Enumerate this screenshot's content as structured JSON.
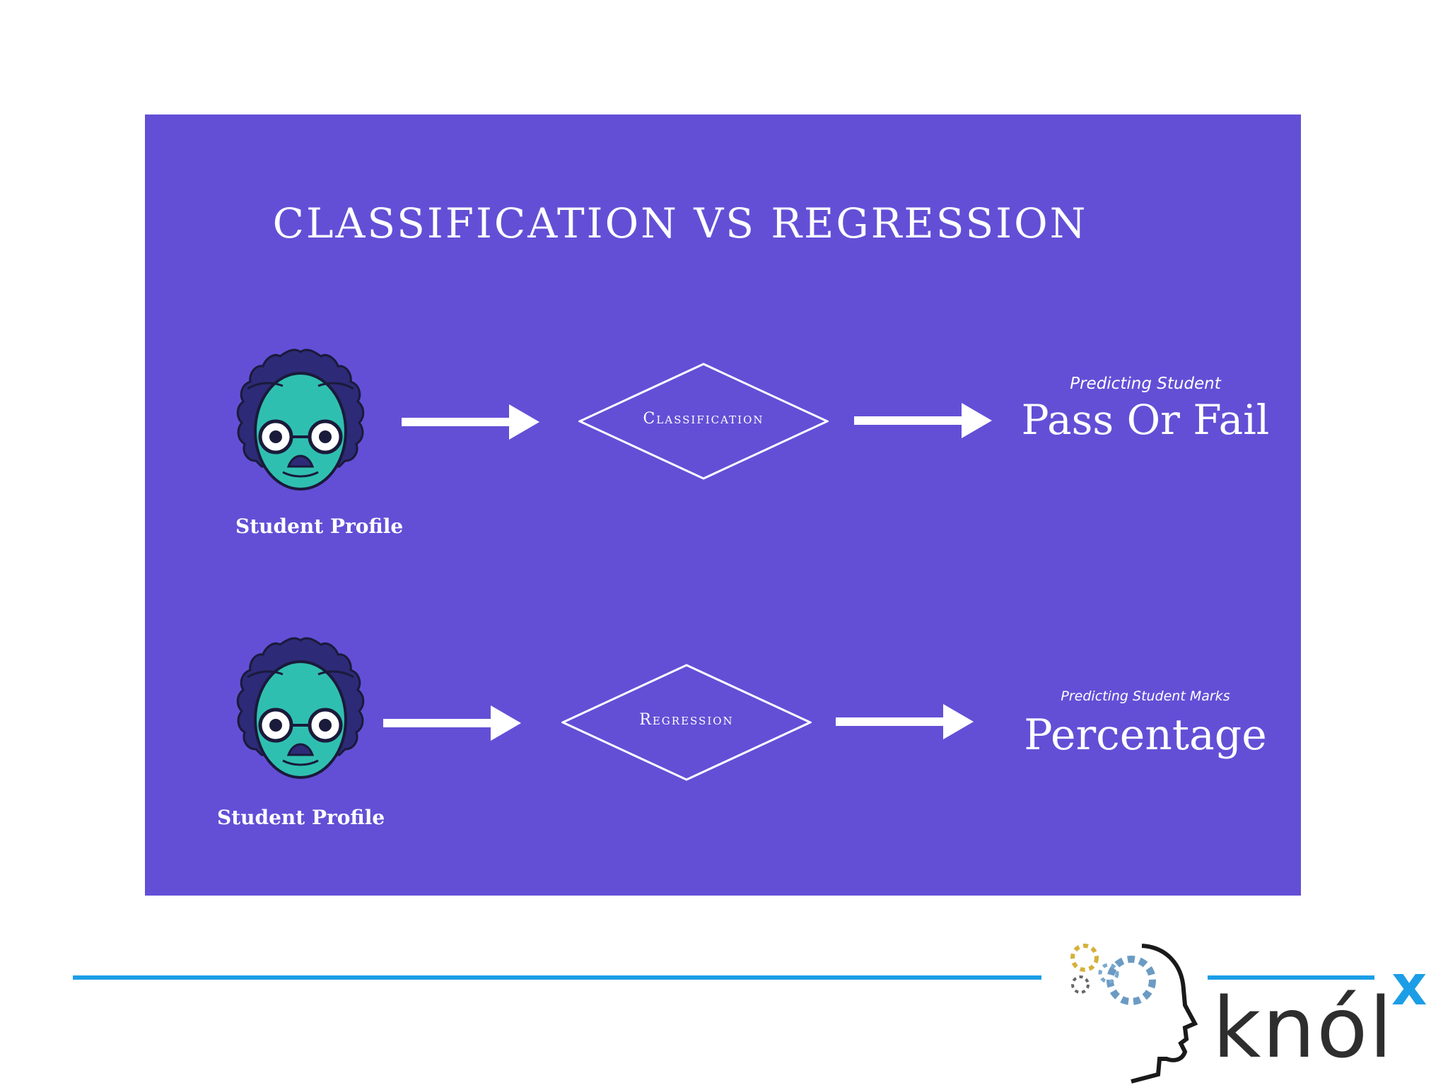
{
  "title": "CLASSIFICATION VS REGRESSION",
  "rows": [
    {
      "input_label": "Student Profile",
      "process": "Classification",
      "output_subtitle": "Predicting Student",
      "output": "Pass Or Fail"
    },
    {
      "input_label": "Student Profile",
      "process": "Regression",
      "output_subtitle": "Predicting Student Marks",
      "output": "Percentage"
    }
  ],
  "footer": {
    "logo_text": "knól",
    "logo_superscript": "x"
  },
  "colors": {
    "panel": "#634fd6",
    "face": "#2fbfb0",
    "accent_line": "#1c9ee6"
  }
}
